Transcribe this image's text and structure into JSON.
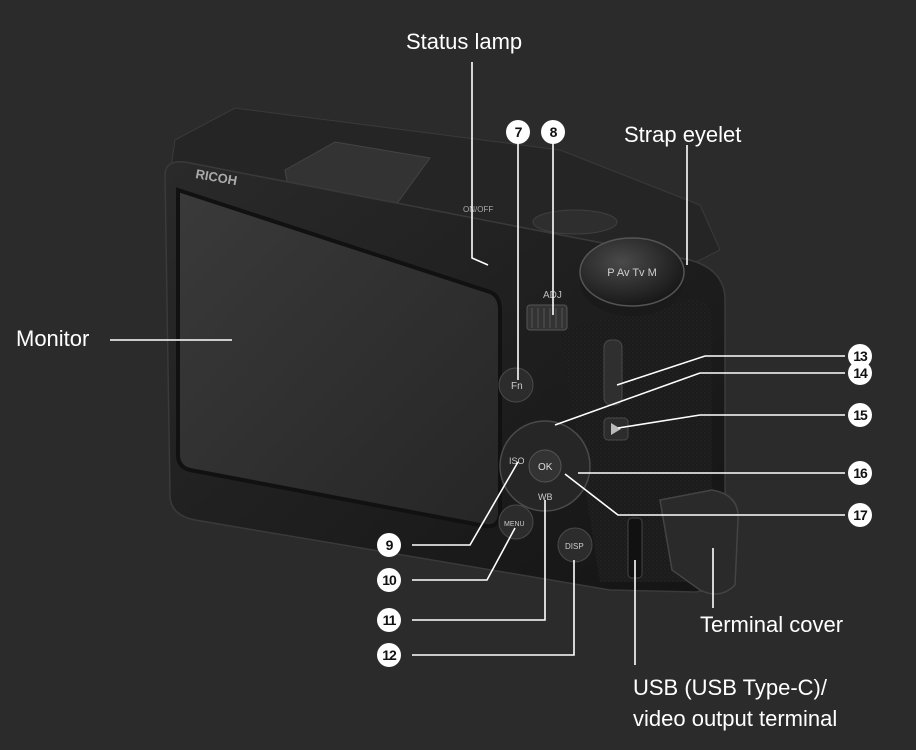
{
  "labels": {
    "status_lamp": "Status lamp",
    "strap_eyelet": "Strap eyelet",
    "monitor": "Monitor",
    "terminal_cover": "Terminal cover",
    "usb_line1": "USB (USB Type-C)/",
    "usb_line2": "video output terminal"
  },
  "callouts": {
    "n7": "7",
    "n8": "8",
    "n9": "9",
    "n10": "10",
    "n11": "11",
    "n12": "12",
    "n13": "13",
    "n14": "14",
    "n15": "15",
    "n16": "16",
    "n17": "17"
  },
  "camera_markings": {
    "brand": "RICOH",
    "onoff": "ON/OFF",
    "adj": "ADJ",
    "fn": "Fn",
    "iso": "ISO",
    "wb": "WB",
    "ok": "OK",
    "menu": "MENU",
    "disp": "DISP",
    "dial_modes": "P Av Tv M"
  },
  "colors": {
    "background": "#2b2b2b",
    "camera_body": "#1c1c1c",
    "leader_line": "#ffffff",
    "text": "#ffffff"
  }
}
